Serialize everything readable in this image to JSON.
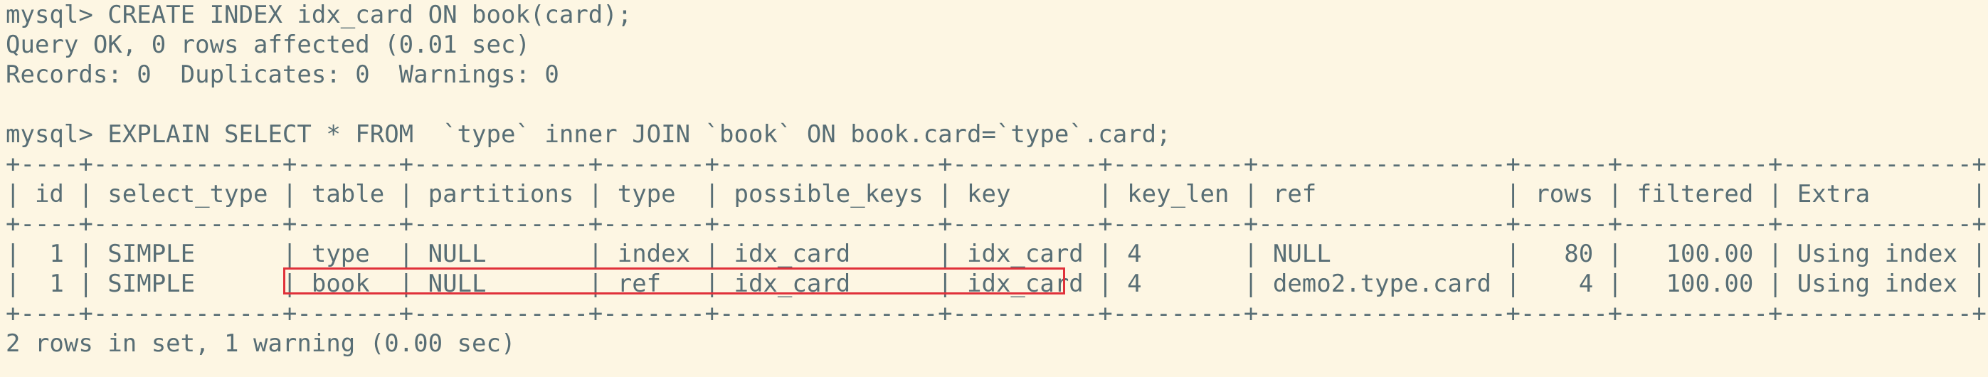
{
  "terminal": {
    "lines": [
      "mysql> CREATE INDEX idx_card ON book(card);",
      "Query OK, 0 rows affected (0.01 sec)",
      "Records: 0  Duplicates: 0  Warnings: 0",
      "",
      "mysql> EXPLAIN SELECT * FROM  `type` inner JOIN `book` ON book.card=`type`.card;",
      "+----+-------------+-------+------------+-------+---------------+----------+---------+-----------------+------+----------+-------------+",
      "| id | select_type | table | partitions | type  | possible_keys | key      | key_len | ref             | rows | filtered | Extra       |",
      "+----+-------------+-------+------------+-------+---------------+----------+---------+-----------------+------+----------+-------------+",
      "|  1 | SIMPLE      | type  | NULL       | index | idx_card      | idx_card | 4       | NULL            |   80 |   100.00 | Using index |",
      "|  1 | SIMPLE      | book  | NULL       | ref   | idx_card      | idx_card | 4       | demo2.type.card |    4 |   100.00 | Using index |",
      "+----+-------------+-------+------------+-------+---------------+----------+---------+-----------------+------+----------+-------------+",
      "",
      "2 rows in set, 1 warning (0.00 sec)"
    ],
    "colors": {
      "background": "#fdf6e3",
      "text": "#586e75",
      "highlight_border": "#e0313a"
    }
  }
}
